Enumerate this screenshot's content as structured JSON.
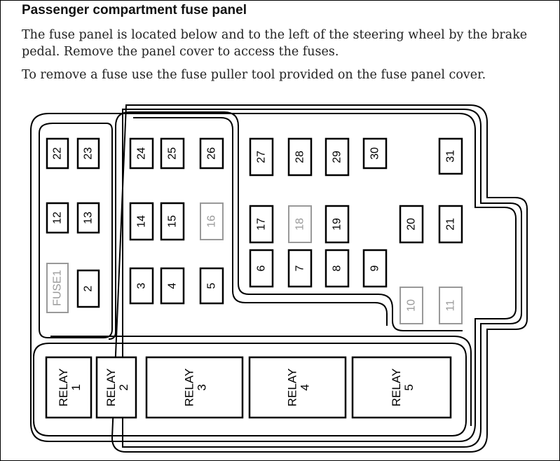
{
  "title": "Passenger compartment fuse panel",
  "paragraphs": [
    "The fuse panel is located below and to the left of the steering wheel by the brake pedal. Remove the panel cover to access the fuses.",
    "To remove a fuse use the fuse puller tool provided on the fuse panel cover."
  ],
  "fuses": [
    {
      "label": "22",
      "faded": false
    },
    {
      "label": "23",
      "faded": false
    },
    {
      "label": "24",
      "faded": false
    },
    {
      "label": "25",
      "faded": false
    },
    {
      "label": "26",
      "faded": false
    },
    {
      "label": "27",
      "faded": false
    },
    {
      "label": "28",
      "faded": false
    },
    {
      "label": "29",
      "faded": false
    },
    {
      "label": "30",
      "faded": false
    },
    {
      "label": "31",
      "faded": false
    },
    {
      "label": "12",
      "faded": false
    },
    {
      "label": "13",
      "faded": false
    },
    {
      "label": "14",
      "faded": false
    },
    {
      "label": "15",
      "faded": false
    },
    {
      "label": "16",
      "faded": true
    },
    {
      "label": "17",
      "faded": false
    },
    {
      "label": "18",
      "faded": true
    },
    {
      "label": "19",
      "faded": false
    },
    {
      "label": "20",
      "faded": false
    },
    {
      "label": "21",
      "faded": false
    },
    {
      "label": "FUSE1",
      "faded": true
    },
    {
      "label": "2",
      "faded": false
    },
    {
      "label": "3",
      "faded": false
    },
    {
      "label": "4",
      "faded": false
    },
    {
      "label": "5",
      "faded": false
    },
    {
      "label": "6",
      "faded": false
    },
    {
      "label": "7",
      "faded": false
    },
    {
      "label": "8",
      "faded": false
    },
    {
      "label": "9",
      "faded": false
    },
    {
      "label": "10",
      "faded": true
    },
    {
      "label": "11",
      "faded": true
    }
  ],
  "relays": [
    {
      "line1": "RELAY",
      "line2": "1"
    },
    {
      "line1": "RELAY",
      "line2": "2"
    },
    {
      "line1": "RELAY",
      "line2": "3"
    },
    {
      "line1": "RELAY",
      "line2": "4"
    },
    {
      "line1": "RELAY",
      "line2": "5"
    }
  ]
}
